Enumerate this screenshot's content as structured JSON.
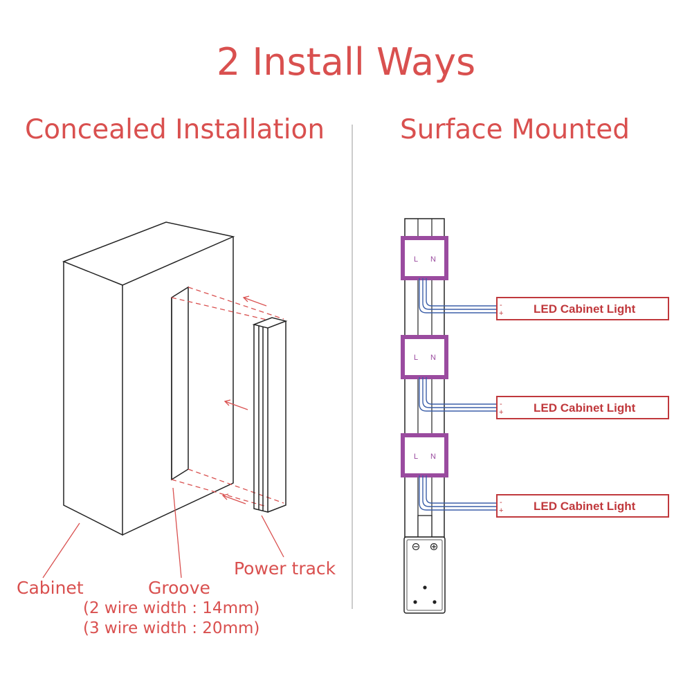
{
  "title": "2 Install Ways",
  "left": {
    "title": "Concealed Installation",
    "labels": {
      "cabinet": "Cabinet",
      "groove": "Groove",
      "groove_2wire": "(2 wire width : 14mm)",
      "groove_3wire": "(3 wire width : 20mm)",
      "power_track": "Power track"
    }
  },
  "right": {
    "title": "Surface Mounted",
    "connectors": [
      {
        "l": "L",
        "n": "N",
        "light": "LED Cabinet Light",
        "minus": "-",
        "plus": "+"
      },
      {
        "l": "L",
        "n": "N",
        "light": "LED Cabinet Light",
        "minus": "-",
        "plus": "+"
      },
      {
        "l": "L",
        "n": "N",
        "light": "LED Cabinet Light",
        "minus": "-",
        "plus": "+"
      }
    ]
  },
  "colors": {
    "text_accent": "#d9504f",
    "connector": "#9a4b9f",
    "wire": "#3b5fa8",
    "light_box": "#c0383c",
    "line": "#222222"
  }
}
